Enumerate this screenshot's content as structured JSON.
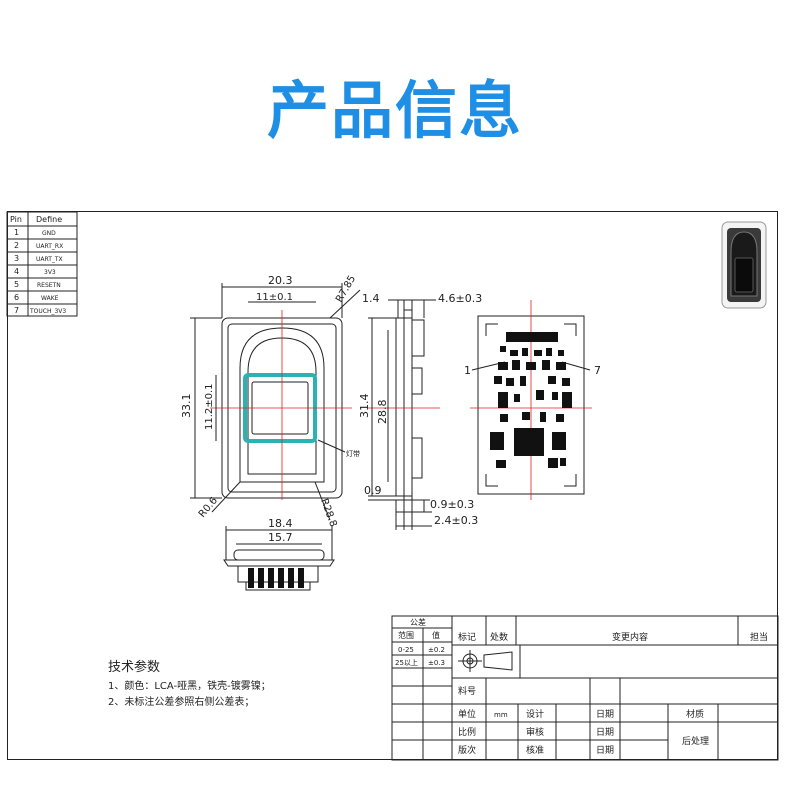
{
  "title": "产品信息",
  "pin_table": {
    "headers": [
      "Pin",
      "Define"
    ],
    "rows": [
      {
        "pin": "1",
        "define": "GND"
      },
      {
        "pin": "2",
        "define": "UART_RX"
      },
      {
        "pin": "3",
        "define": "UART_TX"
      },
      {
        "pin": "4",
        "define": "3V3"
      },
      {
        "pin": "5",
        "define": "RESETN"
      },
      {
        "pin": "6",
        "define": "WAKE"
      },
      {
        "pin": "7",
        "define": "TOUCH_3V3"
      }
    ]
  },
  "dimensions": {
    "top_width": "20.3",
    "window_width": "11±0.1",
    "corner_radius_top": "R7.85",
    "height": "33.1",
    "window_height": "11.2±0.1",
    "corner_radius_bottom_left": "R0.6",
    "corner_radius_bottom_right": "R28.8",
    "light_label": "灯带",
    "side_top_left": "1.4",
    "side_top_right": "4.6±0.3",
    "side_height_outer": "31.4",
    "side_height_inner": "28.8",
    "side_bottom_left": "0.9",
    "side_bottom_a": "0.9±0.3",
    "side_bottom_b": "2.4±0.3",
    "bottom_width_outer": "18.4",
    "bottom_width_inner": "15.7",
    "pcb_pin_first": "1",
    "pcb_pin_last": "7"
  },
  "tech_params": {
    "heading": "技术参数",
    "line1": "1、颜色：LCA-哑黑，铁壳-镀雾镍；",
    "line2": "2、未标注公差参照右侧公差表；"
  },
  "tolerance_table": {
    "title": "公差",
    "col_range": "范围",
    "col_value": "值",
    "rows": [
      {
        "range": "0-25",
        "value": "±0.2"
      },
      {
        "range": "25以上",
        "value": "±0.3"
      }
    ]
  },
  "title_block": {
    "mark": "标记",
    "count": "处数",
    "change_content": "变更内容",
    "signature": "担当",
    "part_no": "料号",
    "unit": "单位",
    "unit_value": "mm",
    "design": "设计",
    "date": "日期",
    "material": "材质",
    "scale": "比例",
    "review": "审核",
    "post_process": "后处理",
    "batch": "版次",
    "approve": "核准"
  },
  "colors": {
    "title": "#1f8fe6",
    "teal_window": "#2bb3b3",
    "center_line": "#d22",
    "line": "#222"
  }
}
